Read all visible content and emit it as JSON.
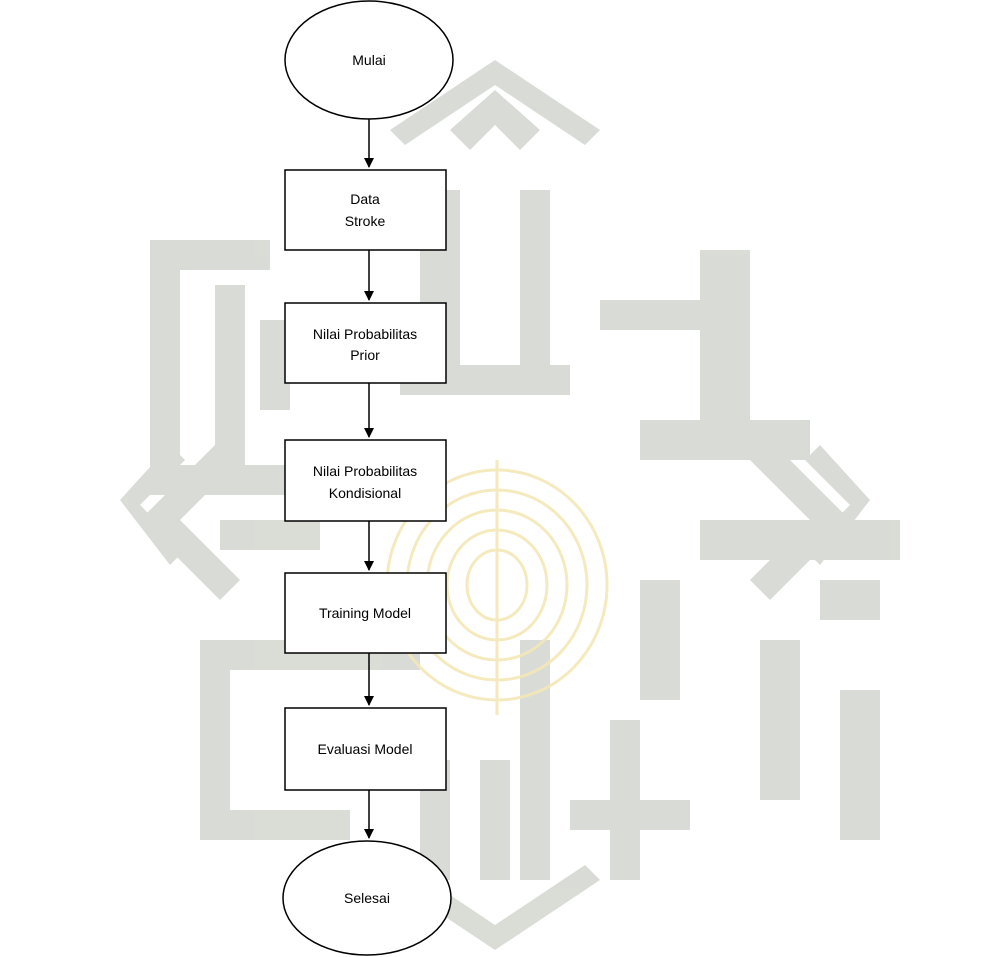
{
  "diagram": {
    "type": "flowchart",
    "nodes": {
      "start": "Mulai",
      "data": [
        "Data",
        "Stroke"
      ],
      "prior": [
        "Nilai Probabilitas",
        "Prior"
      ],
      "conditional": [
        "Nilai Probabilitas",
        "Kondisional"
      ],
      "training": "Training Model",
      "evaluation": "Evaluasi Model",
      "end": "Selesai"
    },
    "edges": [
      [
        "start",
        "data"
      ],
      [
        "data",
        "prior"
      ],
      [
        "prior",
        "conditional"
      ],
      [
        "conditional",
        "training"
      ],
      [
        "training",
        "evaluation"
      ],
      [
        "evaluation",
        "end"
      ]
    ]
  },
  "colors": {
    "stroke": "#000000",
    "fill": "#ffffff",
    "watermark_gray": "#c8cbc3",
    "watermark_gold": "#f3e7b3"
  }
}
